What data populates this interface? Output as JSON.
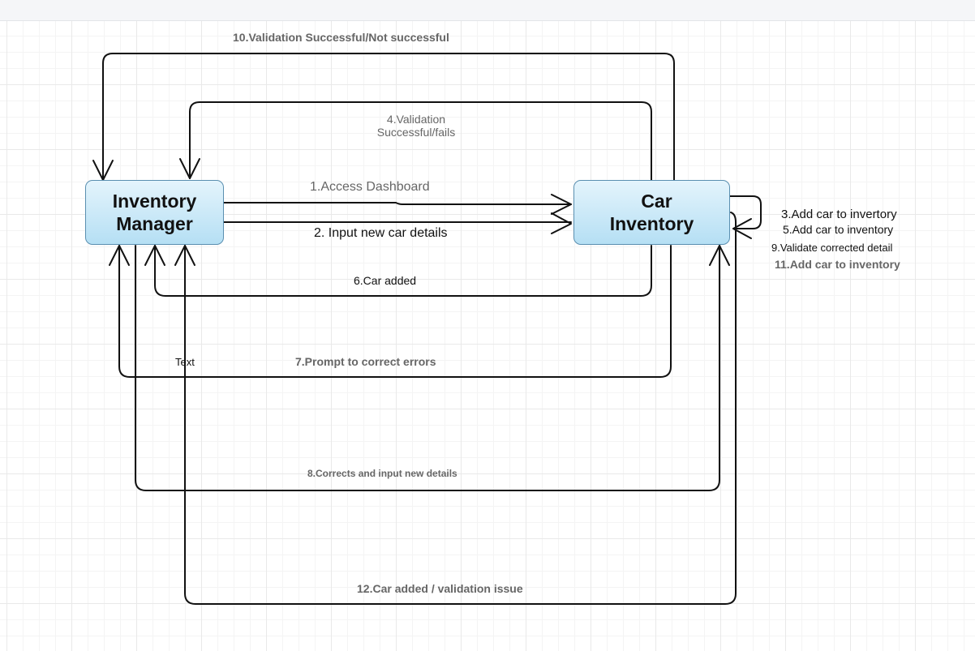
{
  "nodes": {
    "inventory_manager": {
      "line1": "Inventory",
      "line2": "Manager"
    },
    "car_inventory": {
      "line1": "Car",
      "line2": "Inventory"
    }
  },
  "messages": {
    "m1": "1.Access Dashboard",
    "m2": "2. Input new car details",
    "m3": "3.Add car to invertory",
    "m4_line1": "4.Validation",
    "m4_line2": "Successful/fails",
    "m5": "5.Add car to inventory",
    "m6": "6.Car added",
    "m7": "7.Prompt to correct errors",
    "m8": "8.Corrects and input new details",
    "m9": "9.Validate corrected detail",
    "m10": "10.Validation Successful/Not successful",
    "m11": "11.Add car to inventory",
    "m12": "12.Car added / validation issue",
    "stray_text": "Text"
  },
  "colors": {
    "node_fill_top": "#e4f4fc",
    "node_fill_bottom": "#b5dff4",
    "node_border": "#5a8fb0",
    "connector": "#111111",
    "label_gray": "#666666"
  }
}
